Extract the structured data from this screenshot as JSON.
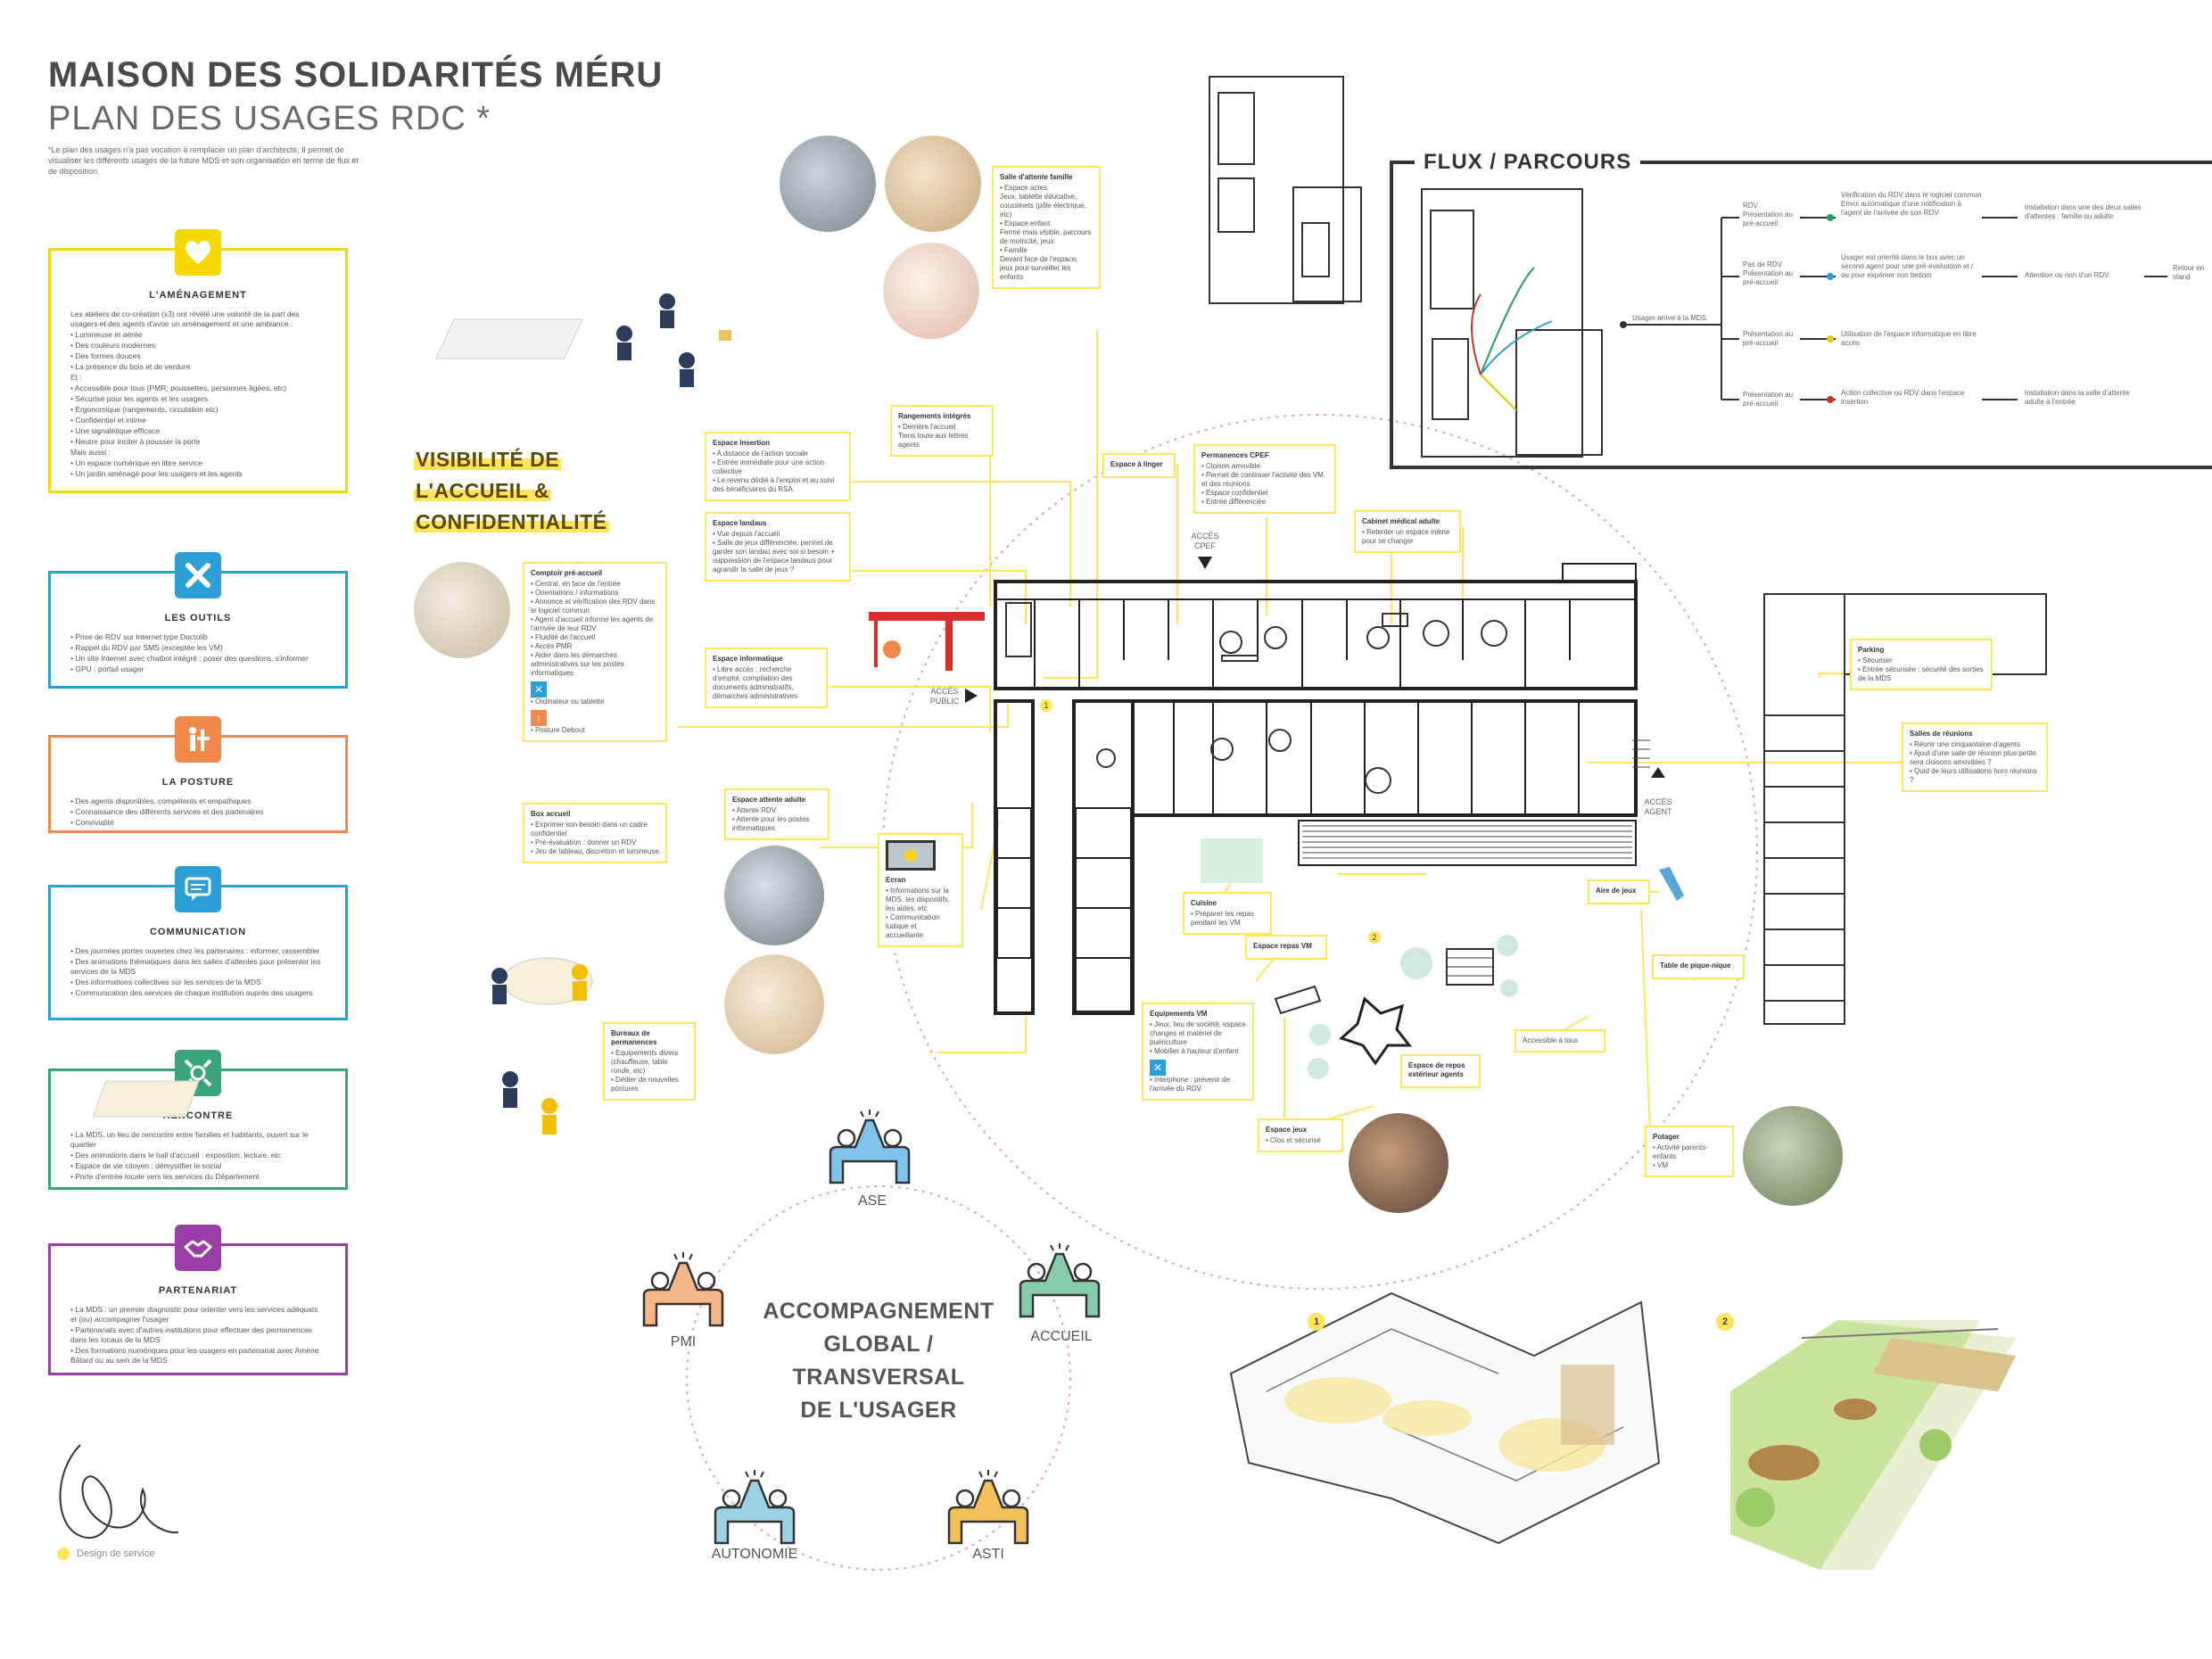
{
  "header": {
    "title": "MAISON DES SOLIDARITÉS MÉRU",
    "subtitle": "PLAN DES USAGES RDC *",
    "note": "*Le plan des usages n'a pas vocation à remplacer un plan d'architecte. Il permet de visualiser les différents usages de la future MDS et son organisation en terme de flux et de disposition."
  },
  "services": [
    {
      "title": "L'AMÉNAGEMENT",
      "color": "#f5d800",
      "icon": "heart-icon",
      "lines": [
        "Les ateliers de co-création (x3) ont révélé une volonté de la part des usagers et des agents d'avoir un aménagement et une ambiance :",
        "• Lumineuse et aérée",
        "• Des couleurs modernes",
        "• Des formes douces",
        "• La présence du bois et de verdure",
        "Et :",
        "• Accessible pour tous (PMR, poussettes, personnes âgées, etc)",
        "• Sécurisé pour les agents et les usagers",
        "• Ergonomique (rangements, circulation etc)",
        "• Confidentiel et intime",
        "• Une signalétique efficace",
        "• Neutre pour inciter à pousser la porte",
        "Mais aussi :",
        "• Un espace numérique en libre service",
        "• Un jardin aménagé pour les usagers et les agents"
      ]
    },
    {
      "title": "LES OUTILS",
      "color": "#2b9fd6",
      "icon": "tools-icon",
      "lines": [
        "• Prise de RDV sur Internet type Doctolib",
        "• Rappel du RDV par SMS (exceptée les VM)",
        "• Un site Internet avec chatbot intégré : poser des questions, s'informer",
        "• GPU : portail usager"
      ]
    },
    {
      "title": "LA POSTURE",
      "color": "#f0884a",
      "icon": "posture-icon",
      "lines": [
        "• Des agents disponibles, compétents et empathiques",
        "• Connaissance des différents services et des partenaires",
        "• Convivialité"
      ]
    },
    {
      "title": "COMMUNICATION",
      "color": "#2b9fd6",
      "icon": "chat-icon",
      "lines": [
        "• Des journées portes ouvertes chez les partenaires : informer, rassembler",
        "• Des animations thématiques dans les salles d'attentes pour présenter les services de la MDS",
        "• Des informations collectives sur les services de la MDS",
        "• Communication des services de chaque institution auprès des usagers"
      ]
    },
    {
      "title": "RENCONTRE",
      "color": "#3aa57a",
      "icon": "meeting-icon",
      "lines": [
        "• La MDS, un lieu de rencontre entre familles et habitants, ouvert sur le quartier",
        "• Des animations dans le hall d'accueil : exposition, lecture, etc",
        "• Espace de vie citoyen : démystifier le social",
        "• Porte d'entrée locale vers les services du Département"
      ]
    },
    {
      "title": "PARTENARIAT",
      "color": "#9b3fa8",
      "icon": "handshake-icon",
      "lines": [
        "• La MDS : un premier diagnostic pour orienter vers les services adéquats et (ou) accompagner l'usager",
        "• Partenariats avec d'autres institutions pour effectuer des permanences dans les locaux de la MDS",
        "• Des formations numériques pour les usagers en partenariat avec Amène Bâtard ou au sein de la MDS"
      ]
    }
  ],
  "visibility_heading": [
    "VISIBILITÉ DE",
    "L'ACCUEIL &",
    "CONFIDENTIALITÉ"
  ],
  "callouts": {
    "attente_famille": {
      "title": "Salle d'attente famille",
      "lines": [
        "• Espace actes",
        "Jeux, tablette éducative, coussinets (pôle électrique, etc)",
        "• Espace enfant",
        "Fermé mais visible, parcours de motricité, jeux",
        "• Famille",
        "Devant face de l'espace, jeux pour surveiller les enfants"
      ]
    },
    "rangements": {
      "title": "Rangements intégrés",
      "lines": [
        "• Derrière l'accueil",
        "Tiens toute aux lettres agents"
      ]
    },
    "insertion": {
      "title": "Espace Insertion",
      "lines": [
        "• A distance de l'action sociale",
        "• Entrée immédiate pour une action collective",
        "• Le revenu dédié à l'emploi et au suivi des bénéficiaires du RSA"
      ]
    },
    "landaus": {
      "title": "Espace landaus",
      "lines": [
        "• Vue depuis l'accueil",
        "• Salle de jeux différenciée, permet de garder son landau avec soi si besoin + suppression de l'espace landaus pour agrandir la salle de jeux ?"
      ]
    },
    "informatique": {
      "title": "Espace informatique",
      "lines": [
        "• Libre accès : recherche d'emploi, compilation des documents administratifs, démarches administratives"
      ]
    },
    "comptoir": {
      "title": "Comptoir pré-accueil",
      "lines": [
        "• Central, en face de l'entrée",
        "• Orientations / informations",
        "• Annonce et vérification des RDV dans le logiciel commun",
        "• Agent d'accueil informe les agents de l'arrivée de leur RDV",
        "• Fluidité de l'accueil",
        "• Accès PMR",
        "• Aider dans les démarches administratives sur les postes informatiques"
      ],
      "tool1": "• Ordinateur ou tablette",
      "tool2": "• Posture Debout"
    },
    "box_accueil": {
      "title": "Box accueil",
      "lines": [
        "• Exprimer son besoin dans un cadre confidentiel",
        "• Pré-évaluation : donner un RDV",
        "• Jeu de tableau, discrétion et lumineuse"
      ]
    },
    "attente_adulte": {
      "title": "Espace attente adulte",
      "lines": [
        "• Attente RDV",
        "• Attente pour les postes informatiques"
      ]
    },
    "ecran": {
      "title": "Ecran",
      "lines": [
        "• Informations sur la MDS, les dispositifs, les aides, etc",
        "• Communication ludique et accueillante"
      ]
    },
    "bureaux": {
      "title": "Bureaux de permanences",
      "lines": [
        "• Equipements divers (chauffeuse, table ronde, etc)",
        "• Dédier de nouvelles postures"
      ]
    },
    "linger": {
      "title": "Espace à linger",
      "lines": []
    },
    "cpef": {
      "title": "Permanences CPEF",
      "lines": [
        "• Cloison amovible",
        "• Permet de continuer l'activité des VM et des réunions",
        "• Espace confidentiel",
        "• Entrée différenciée"
      ]
    },
    "cabinet": {
      "title": "Cabinet médical adulte",
      "lines": [
        "• Retenter un espace intime pour se changer"
      ]
    },
    "parking": {
      "title": "Parking",
      "lines": [
        "• Sécuriser",
        "• Entrée sécurisée : sécurité des sorties de la MDS"
      ]
    },
    "reunion": {
      "title": "Salles de réunions",
      "lines": [
        "• Réunir une cinquantaine d'agents",
        "• Ajout d'une salle de réunion plus petite sera cloisons amovibles ?",
        "• Quid de leurs utilisations hors réunions ?"
      ]
    },
    "cuisine": {
      "title": "Cuisine",
      "lines": [
        "• Préparer les repas pendant les VM"
      ]
    },
    "repas_vm": {
      "title": "Espace repas VM",
      "lines": []
    },
    "aire_jeux": {
      "title": "Aire de jeux",
      "lines": []
    },
    "table": {
      "title": "Table de pique-nique",
      "lines": []
    },
    "equipements_vm": {
      "title": "Equipements VM",
      "lines": [
        "• Jeux, lieu de société, espace changes et matériel de puériculture",
        "• Mobilier à hauteur d'enfant"
      ],
      "tool": "• Interphone : prévenir de l'arrivée du RDV"
    },
    "accessible": {
      "title": "",
      "lines": [
        "Accessible à tous"
      ]
    },
    "repos_ext": {
      "title": "Espace de repos extérieur agents",
      "lines": []
    },
    "espace_jeux": {
      "title": "Espace jeux",
      "lines": [
        "• Clos et sécurisé"
      ]
    },
    "potager": {
      "title": "Potager",
      "lines": [
        "• Activité parents-enfants",
        "• VM"
      ]
    }
  },
  "plan_labels": {
    "acces_public": "ACCÈS PUBLIC",
    "acces_cpef": "ACCÈS CPEF",
    "acces_agent": "ACCÈS AGENT",
    "marker1": "1",
    "marker2": "2"
  },
  "flux": {
    "title": "FLUX / PARCOURS",
    "start": "Usager arrive à la MDS",
    "branches": [
      {
        "status": "RDV Présentation au pré-accueil",
        "step": "Vérification du RDV dans le logiciel commun Envoi automatique d'une notification à l'agent de l'arrivée de son RDV",
        "end": "Installation dans une des deux salles d'attentes : famille ou adulte",
        "color": "#2a9d5c"
      },
      {
        "status": "Pas de RDV Présentation au pré-accueil",
        "step": "Usager est orienté dans le box avec un second agent pour une pré-évaluation et / ou pour exprimer son besoin",
        "end": "Attention ou non d'un RDV",
        "extra": "Retour en stand",
        "color": "#2b9fd6"
      },
      {
        "status": "Présentation au pré-accueil",
        "step": "Utilisation de l'espace informatique en libre accès",
        "end": "",
        "color": "#e8c400"
      },
      {
        "status": "Présentation au pré-accueil",
        "step": "Action collective ou RDV dans l'espace insertion",
        "end": "Installation dans la salle d'attente adulte à l'entrée",
        "color": "#c0392b"
      }
    ]
  },
  "accompagnement": {
    "title": [
      "ACCOMPAGNEMENT",
      "GLOBAL /",
      "TRANSVERSAL",
      "DE L'USAGER"
    ],
    "partners": [
      {
        "label": "ASE",
        "color": "#2b9fd6"
      },
      {
        "label": "ACCUEIL",
        "color": "#3aa57a"
      },
      {
        "label": "ASTI",
        "color": "#f0b43a"
      },
      {
        "label": "AUTONOMIE",
        "color": "#5ab4d6"
      },
      {
        "label": "PMI",
        "color": "#f0884a"
      }
    ]
  },
  "axo_markers": {
    "one": "1",
    "two": "2"
  },
  "logo": {
    "subtitle": "Design de service"
  }
}
